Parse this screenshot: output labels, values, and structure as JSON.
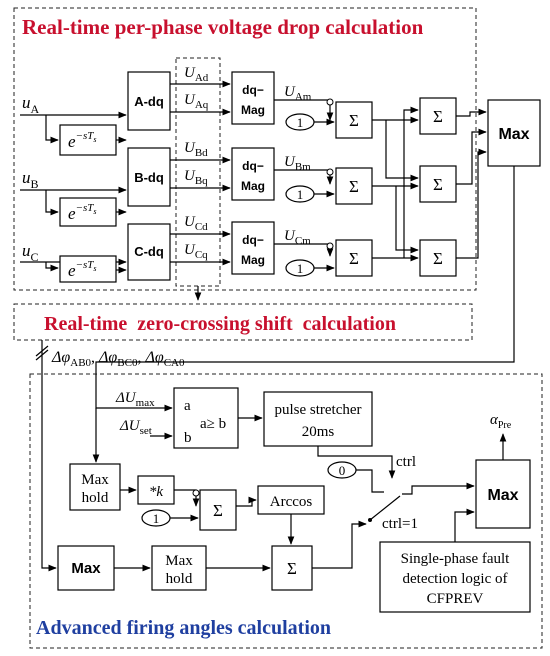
{
  "sections": {
    "top_title": "Real-time per-phase voltage drop calculation",
    "mid_title": "Real-time  zero-crossing shift  calculation",
    "bottom_title": "Advanced firing angles calculation"
  },
  "inputs": {
    "ua": "u",
    "ua_sub": "A",
    "ub": "u",
    "ub_sub": "B",
    "uc": "u",
    "uc_sub": "C"
  },
  "blocks": {
    "delay": "e",
    "delay_exp": "−sT",
    "delay_sub": "s",
    "adq": "A-dq",
    "bdq": "B-dq",
    "cdq": "C-dq",
    "dqmag_top": "dq−",
    "dqmag_bot": "Mag",
    "one": "1",
    "zero": "0",
    "sigma": "Σ",
    "max": "Max",
    "max_hold_1": "Max",
    "max_hold_2": "hold",
    "mult": "*k",
    "arccos": "Arccos",
    "pulse_line1": "pulse stretcher",
    "pulse_line2": "20ms",
    "cmp_a": "a",
    "cmp_b": "b",
    "cmp_rel": "a≥ b",
    "ctrl": "ctrl",
    "ctrl1": "ctrl=1",
    "sp_line1": "Single-phase fault",
    "sp_line2": "detection logic of",
    "sp_line3": "CFPREV"
  },
  "signals": {
    "uad": "U",
    "uad_sub": "Ad",
    "uaq": "U",
    "uaq_sub": "Aq",
    "ubd": "U",
    "ubd_sub": "Bd",
    "ubq": "U",
    "ubq_sub": "Bq",
    "ucd": "U",
    "ucd_sub": "Cd",
    "ucq": "U",
    "ucq_sub": "Cq",
    "uam": "U",
    "uam_sub": "Am",
    "ubm": "U",
    "ubm_sub": "Bm",
    "ucm": "U",
    "ucm_sub": "Cm",
    "phi_list": "Δφ",
    "phi_ab0": "AB0",
    "phi_bc0": "BC0",
    "phi_ca0": "CA0",
    "sep": ", ",
    "umax": "ΔU",
    "umax_sub": "max",
    "uset": "ΔU",
    "uset_sub": "set",
    "alpha": "α",
    "alpha_sub": "Pre"
  }
}
